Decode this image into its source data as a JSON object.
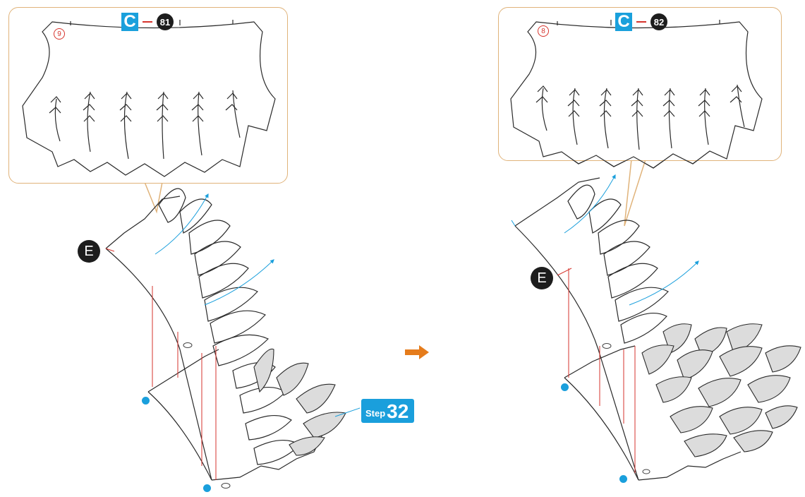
{
  "left_panel": {
    "part_letter": "C",
    "part_number": "81",
    "edge_number": "9",
    "joint_label": "E",
    "step_label": "Step",
    "step_number": "32"
  },
  "right_panel": {
    "part_letter": "C",
    "part_number": "82",
    "edge_number": "8",
    "joint_label": "E"
  },
  "colors": {
    "callout_border": "#e0b37a",
    "tag_blue": "#1aa0dc",
    "guide_red": "#d6332c",
    "arrow_orange": "#e57c1c",
    "feather_fill": "#dcdcdc"
  },
  "icons": [
    "next-arrow-icon",
    "blue-dot-icon",
    "fold-arrow-icon"
  ]
}
